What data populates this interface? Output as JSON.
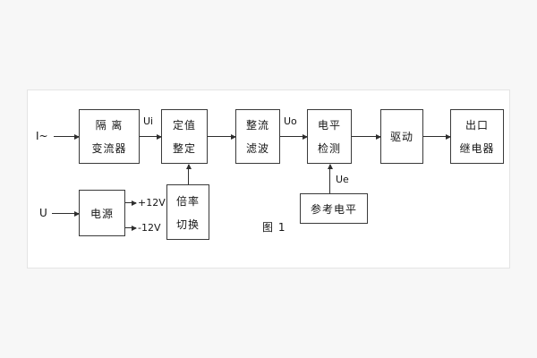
{
  "figure": {
    "caption": "图 1"
  },
  "inputs": {
    "current_label": "I~",
    "voltage_label": "U"
  },
  "signal_labels": {
    "ui": "Ui",
    "uo": "Uo",
    "ue": "Ue",
    "pos_rail": "+12V",
    "neg_rail": "-12V"
  },
  "blocks": {
    "isolation": {
      "line1": "隔 离",
      "line2": "变流器"
    },
    "setting": {
      "line1": "定值",
      "line2": "整定"
    },
    "rectifier_filter": {
      "line1": "整流",
      "line2": "滤波"
    },
    "level_detect": {
      "line1": "电平",
      "line2": "检测"
    },
    "drive": {
      "label": "驱动"
    },
    "output_relay": {
      "line1": "出口",
      "line2": "继电器"
    },
    "power": {
      "label": "电源"
    },
    "ratio_switch": {
      "line1": "倍率",
      "line2": "切换"
    },
    "reference_level": {
      "label": "参考电平"
    }
  }
}
